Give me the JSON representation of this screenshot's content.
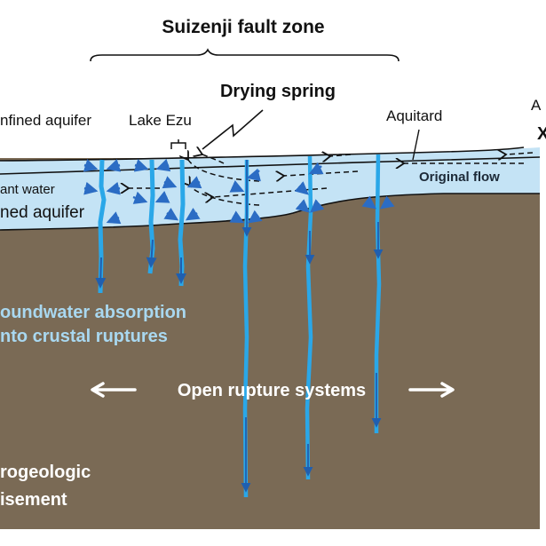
{
  "diagram": {
    "title": "Suizenji fault zone",
    "labels": {
      "drying_spring": "Drying spring",
      "unconfined_aquifer": "nfined aquifer",
      "lake": "Lake Ezu",
      "aquitard": "Aquitard",
      "right_edge_letter": "A",
      "right_edge_mark": "X",
      "stagnant_water": "ant water",
      "confined_aquifer": "ned aquifer",
      "original_flow": "Original flow",
      "absorption_line1": "oundwater absorption",
      "absorption_line2": "nto crustal ruptures",
      "open_ruptures": "Open rupture systems",
      "basement_line1": "rogeologic",
      "basement_line2": "isement"
    },
    "colors": {
      "basement": "#7a6a55",
      "aquifer": "#c4e3f5",
      "rupture_light": "#2aa7e8",
      "rupture_dark": "#1f5fb0",
      "arrow_blue": "#2b6cc4",
      "absorption_text": "#a9d8f0",
      "line": "#111111"
    }
  }
}
